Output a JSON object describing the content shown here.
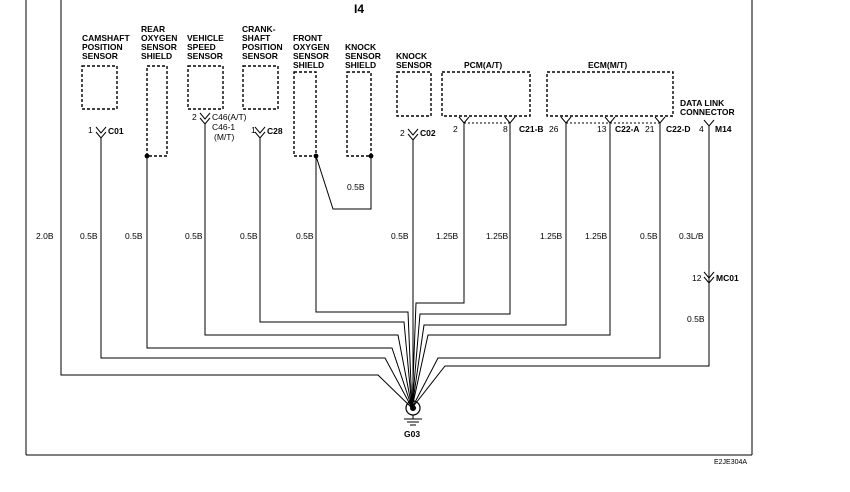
{
  "title": "I4",
  "components": {
    "camshaft": [
      "CAMSHAFT",
      "POSITION",
      "SENSOR"
    ],
    "rear_shield": [
      "REAR",
      "OXYGEN",
      "SENSOR",
      "SHIELD"
    ],
    "vehicle_speed": [
      "VEHICLE",
      "SPEED",
      "SENSOR"
    ],
    "crankshaft": [
      "CRANK-",
      "SHAFT",
      "POSITION",
      "SENSOR"
    ],
    "front_shield": [
      "FRONT",
      "OXYGEN",
      "SENSOR",
      "SHIELD"
    ],
    "knock_shield": [
      "KNOCK",
      "SENSOR",
      "SHIELD"
    ],
    "knock": [
      "KNOCK",
      "SENSOR"
    ],
    "pcm": "PCM(A/T)",
    "ecm": "ECM(M/T)",
    "dlc": [
      "DATA LINK",
      "CONNECTOR"
    ]
  },
  "connectors": {
    "c01": "C01",
    "c46": [
      "C46(A/T)",
      "C46-1",
      "(M/T)"
    ],
    "c28": "C28",
    "c02": "C02",
    "c21b": "C21-B",
    "c22a": "C22-A",
    "c22d": "C22-D",
    "m14": "M14",
    "mc01": "MC01",
    "ground": "G03"
  },
  "pins": {
    "camshaft": "1",
    "vehicle_speed": "2",
    "crankshaft": "1",
    "knock": "2",
    "pcm_a": "2",
    "pcm_b": "8",
    "ecm_a": "26",
    "ecm_b": "13",
    "ecm_c": "21",
    "dlc": "4",
    "mc01": "12"
  },
  "wires": {
    "w1": "2.0B",
    "w2": "0.5B",
    "w3": "0.5B",
    "w4": "0.5B",
    "w5": "0.5B",
    "w6": "0.5B",
    "w7": "0.5B",
    "w8": "1.25B",
    "w9": "1.25B",
    "w10": "1.25B",
    "w11": "1.25B",
    "w12": "0.5B",
    "w13": "0.3L/B",
    "knock_shield": "0.5B",
    "mc01_lower": "0.5B"
  },
  "figure_code": "E2JE304A"
}
